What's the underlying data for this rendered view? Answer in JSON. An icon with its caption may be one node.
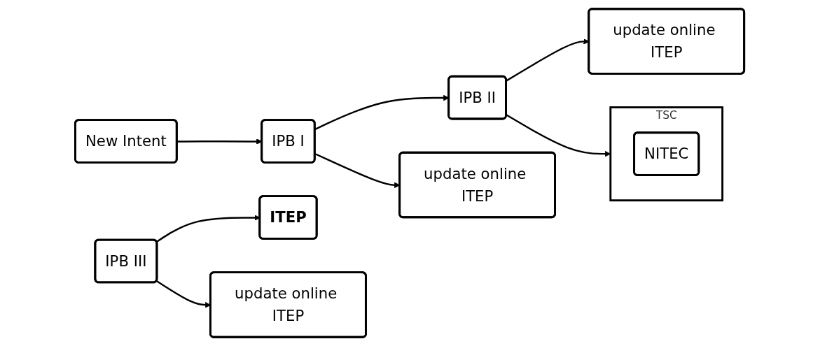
{
  "diagram": {
    "nodes": [
      {
        "text": [
          "New Intent"
        ]
      },
      {
        "text": [
          "IPB I"
        ]
      },
      {
        "text": [
          "IPB II"
        ]
      },
      {
        "text": [
          "TSC"
        ]
      },
      {
        "text": [
          "NITEC"
        ],
        "in": 3
      },
      {
        "text": [
          "IPB III"
        ]
      },
      {
        "text": [
          "ITEP"
        ]
      },
      {
        "text": [
          "update online ITEP"
        ]
      },
      {
        "text": [
          "update online ITEP"
        ]
      },
      {
        "text": [
          "update online ITEP"
        ]
      }
    ],
    "edges": [
      {
        "from": 0,
        "to": 1,
        "arrow": "to"
      },
      {
        "from": 1,
        "to": 2,
        "arrow": "to"
      },
      {
        "from": 2,
        "to": 3,
        "arrow": "to"
      },
      {
        "from": 5,
        "to": 6,
        "arrow": "to"
      },
      {
        "from": 1,
        "to": 7,
        "arrow": "to"
      },
      {
        "from": 2,
        "to": 8,
        "arrow": "to"
      },
      {
        "from": 5,
        "to": 9,
        "arrow": "to"
      }
    ]
  }
}
